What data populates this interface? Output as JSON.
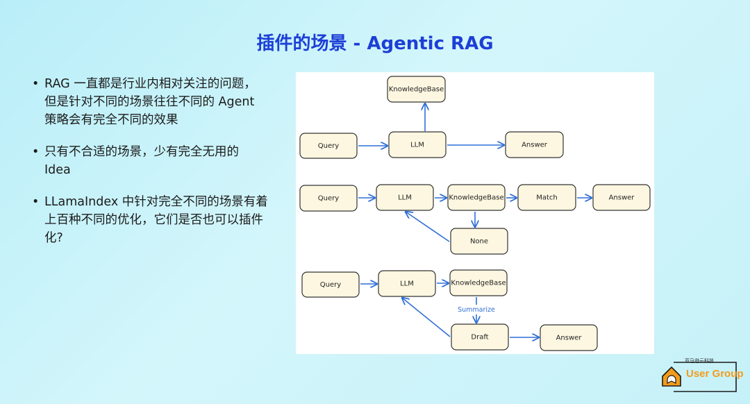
{
  "title": "插件的场景 - Agentic RAG",
  "bullets": [
    "RAG 一直都是行业内相对关注的问题，但是针对不同的场景往往不同的 Agent 策略会有完全不同的效果",
    "只有不合适的场景，少有完全无用的 Idea",
    "LLamaIndex 中针对完全不同的场景有着上百种不同的优化，它们是否也可以插件化?"
  ],
  "diagram": {
    "flow1": {
      "knowledgebase": "KnowledgeBase",
      "query": "Query",
      "llm": "LLM",
      "answer": "Answer"
    },
    "flow2": {
      "query": "Query",
      "llm": "LLM",
      "knowledgebase": "KnowledgeBase",
      "match": "Match",
      "answer": "Answer",
      "none": "None"
    },
    "flow3": {
      "query": "Query",
      "llm": "LLM",
      "knowledgebase": "KnowledgeBase",
      "summarize_label": "Summarize",
      "draft": "Draft",
      "answer": "Answer"
    }
  },
  "logo": {
    "small_text": "亚马逊云科技",
    "text": "User Group"
  }
}
